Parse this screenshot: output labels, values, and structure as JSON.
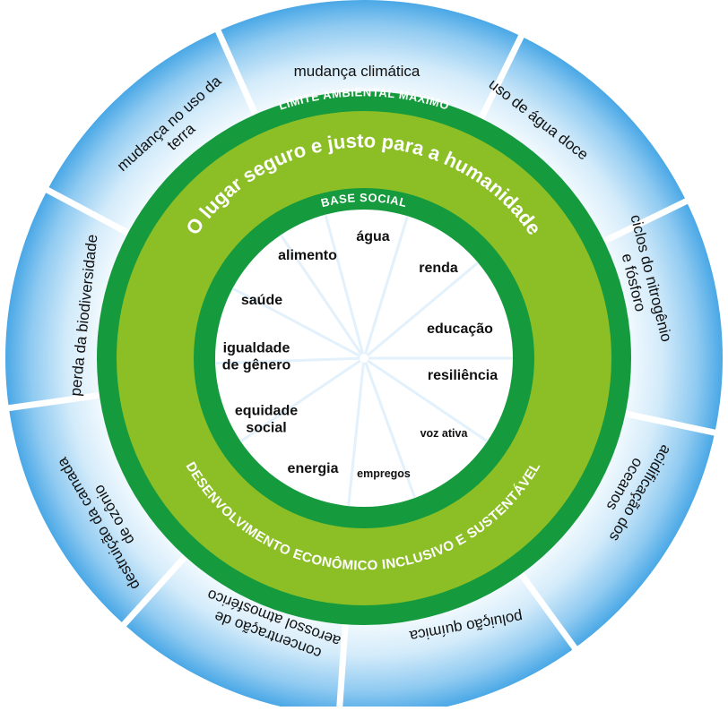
{
  "diagram": {
    "colors": {
      "outer_glow": "#4aa8e6",
      "dark_green": "#159a3d",
      "light_green": "#8cbf26",
      "inner_white": "#ffffff",
      "spoke": "#e2f1fb"
    },
    "top_band_label": "LIMITE AMBIENTAL MÁXIMO",
    "safe_space_title": "O lugar seguro e justo para a humanidade",
    "social_band_label": "BASE SOCIAL",
    "bottom_band_label": "DESENVOLVIMENTO ECONÔMICO INCLUSIVO E SUSTENTÁVEL",
    "planetary_boundaries": [
      {
        "lines": [
          "mudança climática"
        ]
      },
      {
        "lines": [
          "uso de água doce"
        ]
      },
      {
        "lines": [
          "ciclos do nitrogênio",
          "e fósforo"
        ]
      },
      {
        "lines": [
          "acidificação dos",
          "oceanos"
        ]
      },
      {
        "lines": [
          "poluição química"
        ]
      },
      {
        "lines": [
          "concentração de",
          "aerossol atmosférico"
        ]
      },
      {
        "lines": [
          "destruição da camada",
          "de ozônio"
        ]
      },
      {
        "lines": [
          "perda da biodiversidade"
        ]
      },
      {
        "lines": [
          "mudança no uso da",
          "terra"
        ]
      }
    ],
    "social_foundation": [
      {
        "lines": [
          "água"
        ]
      },
      {
        "lines": [
          "renda"
        ]
      },
      {
        "lines": [
          "educação"
        ]
      },
      {
        "lines": [
          "resiliência"
        ]
      },
      {
        "lines": [
          "voz ativa"
        ]
      },
      {
        "lines": [
          "empregos"
        ]
      },
      {
        "lines": [
          "energia"
        ]
      },
      {
        "lines": [
          "equidade",
          "social"
        ]
      },
      {
        "lines": [
          "igualdade",
          "de gênero"
        ]
      },
      {
        "lines": [
          "saúde"
        ]
      },
      {
        "lines": [
          "alimento"
        ]
      }
    ]
  }
}
